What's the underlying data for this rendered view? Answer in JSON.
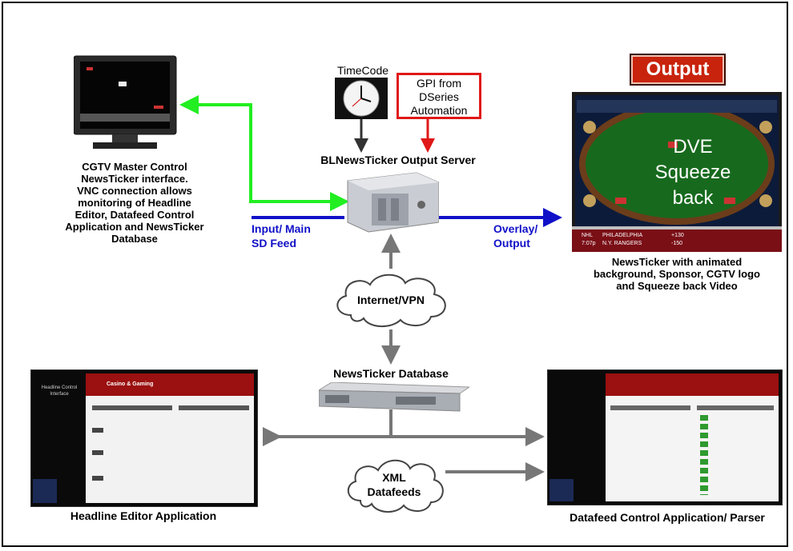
{
  "colors": {
    "green_arrow": "#22ee22",
    "blue_arrow": "#1010c8",
    "red_arrow": "#e01818",
    "gray_arrow": "#6e6e6e",
    "output_badge": "#c8230c"
  },
  "output_badge": "Output",
  "timecode": {
    "label": "TimeCode"
  },
  "gpi_box": {
    "lines": [
      "GPI from",
      "DSeries",
      "Automation"
    ]
  },
  "server": {
    "label": "BLNewsTicker Output Server"
  },
  "monitor": {
    "caption": [
      "CGTV Master Control",
      "NewsTicker interface.",
      "VNC connection allows",
      "monitoring of Headline",
      "Editor, Datafeed Control",
      "Application and NewsTicker",
      "Database"
    ]
  },
  "input_label": [
    "Input/ Main",
    "SD Feed"
  ],
  "overlay_label": [
    "Overlay/",
    "Output"
  ],
  "output_screen": {
    "dve": [
      "DVE",
      "Squeeze back"
    ],
    "ticker": [
      "NHL",
      "PHILADELPHIA",
      "7:07p",
      "N.Y. RANGERS",
      "+130",
      "-150"
    ],
    "caption": [
      "NewsTicker with animated",
      "background, Sponsor, CGTV logo",
      "and Squeeze back Video"
    ]
  },
  "cloud_vpn": "Internet/VPN",
  "database": {
    "label": "NewsTicker Database"
  },
  "cloud_xml": [
    "XML",
    "Datafeeds"
  ],
  "headline_app": {
    "side_title": [
      "Headline Control",
      "Interface"
    ],
    "logo": "Casino & Gaming",
    "caption": "Headline Editor Application"
  },
  "datafeed_app": {
    "caption": "Datafeed Control Application/ Parser"
  }
}
